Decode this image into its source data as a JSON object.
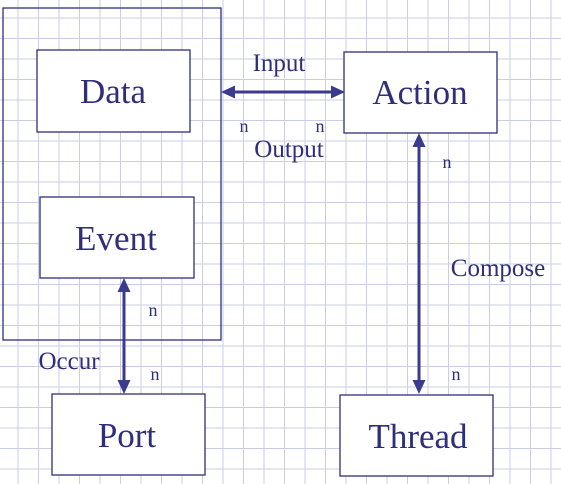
{
  "nodes": {
    "data": "Data",
    "event": "Event",
    "action": "Action",
    "port": "Port",
    "thread": "Thread"
  },
  "edges": {
    "data_action": {
      "label_top": "Input",
      "label_bottom": "Output",
      "mult_left": "n",
      "mult_right": "n"
    },
    "action_thread": {
      "label": "Compose",
      "mult_top": "n",
      "mult_bottom": "n"
    },
    "event_port": {
      "label": "Occur",
      "mult_top": "n",
      "mult_bottom": "n"
    }
  },
  "colors": {
    "line": "#2e2e7a",
    "arrow": "#3a3a8f",
    "grid": "#c9cde6"
  }
}
